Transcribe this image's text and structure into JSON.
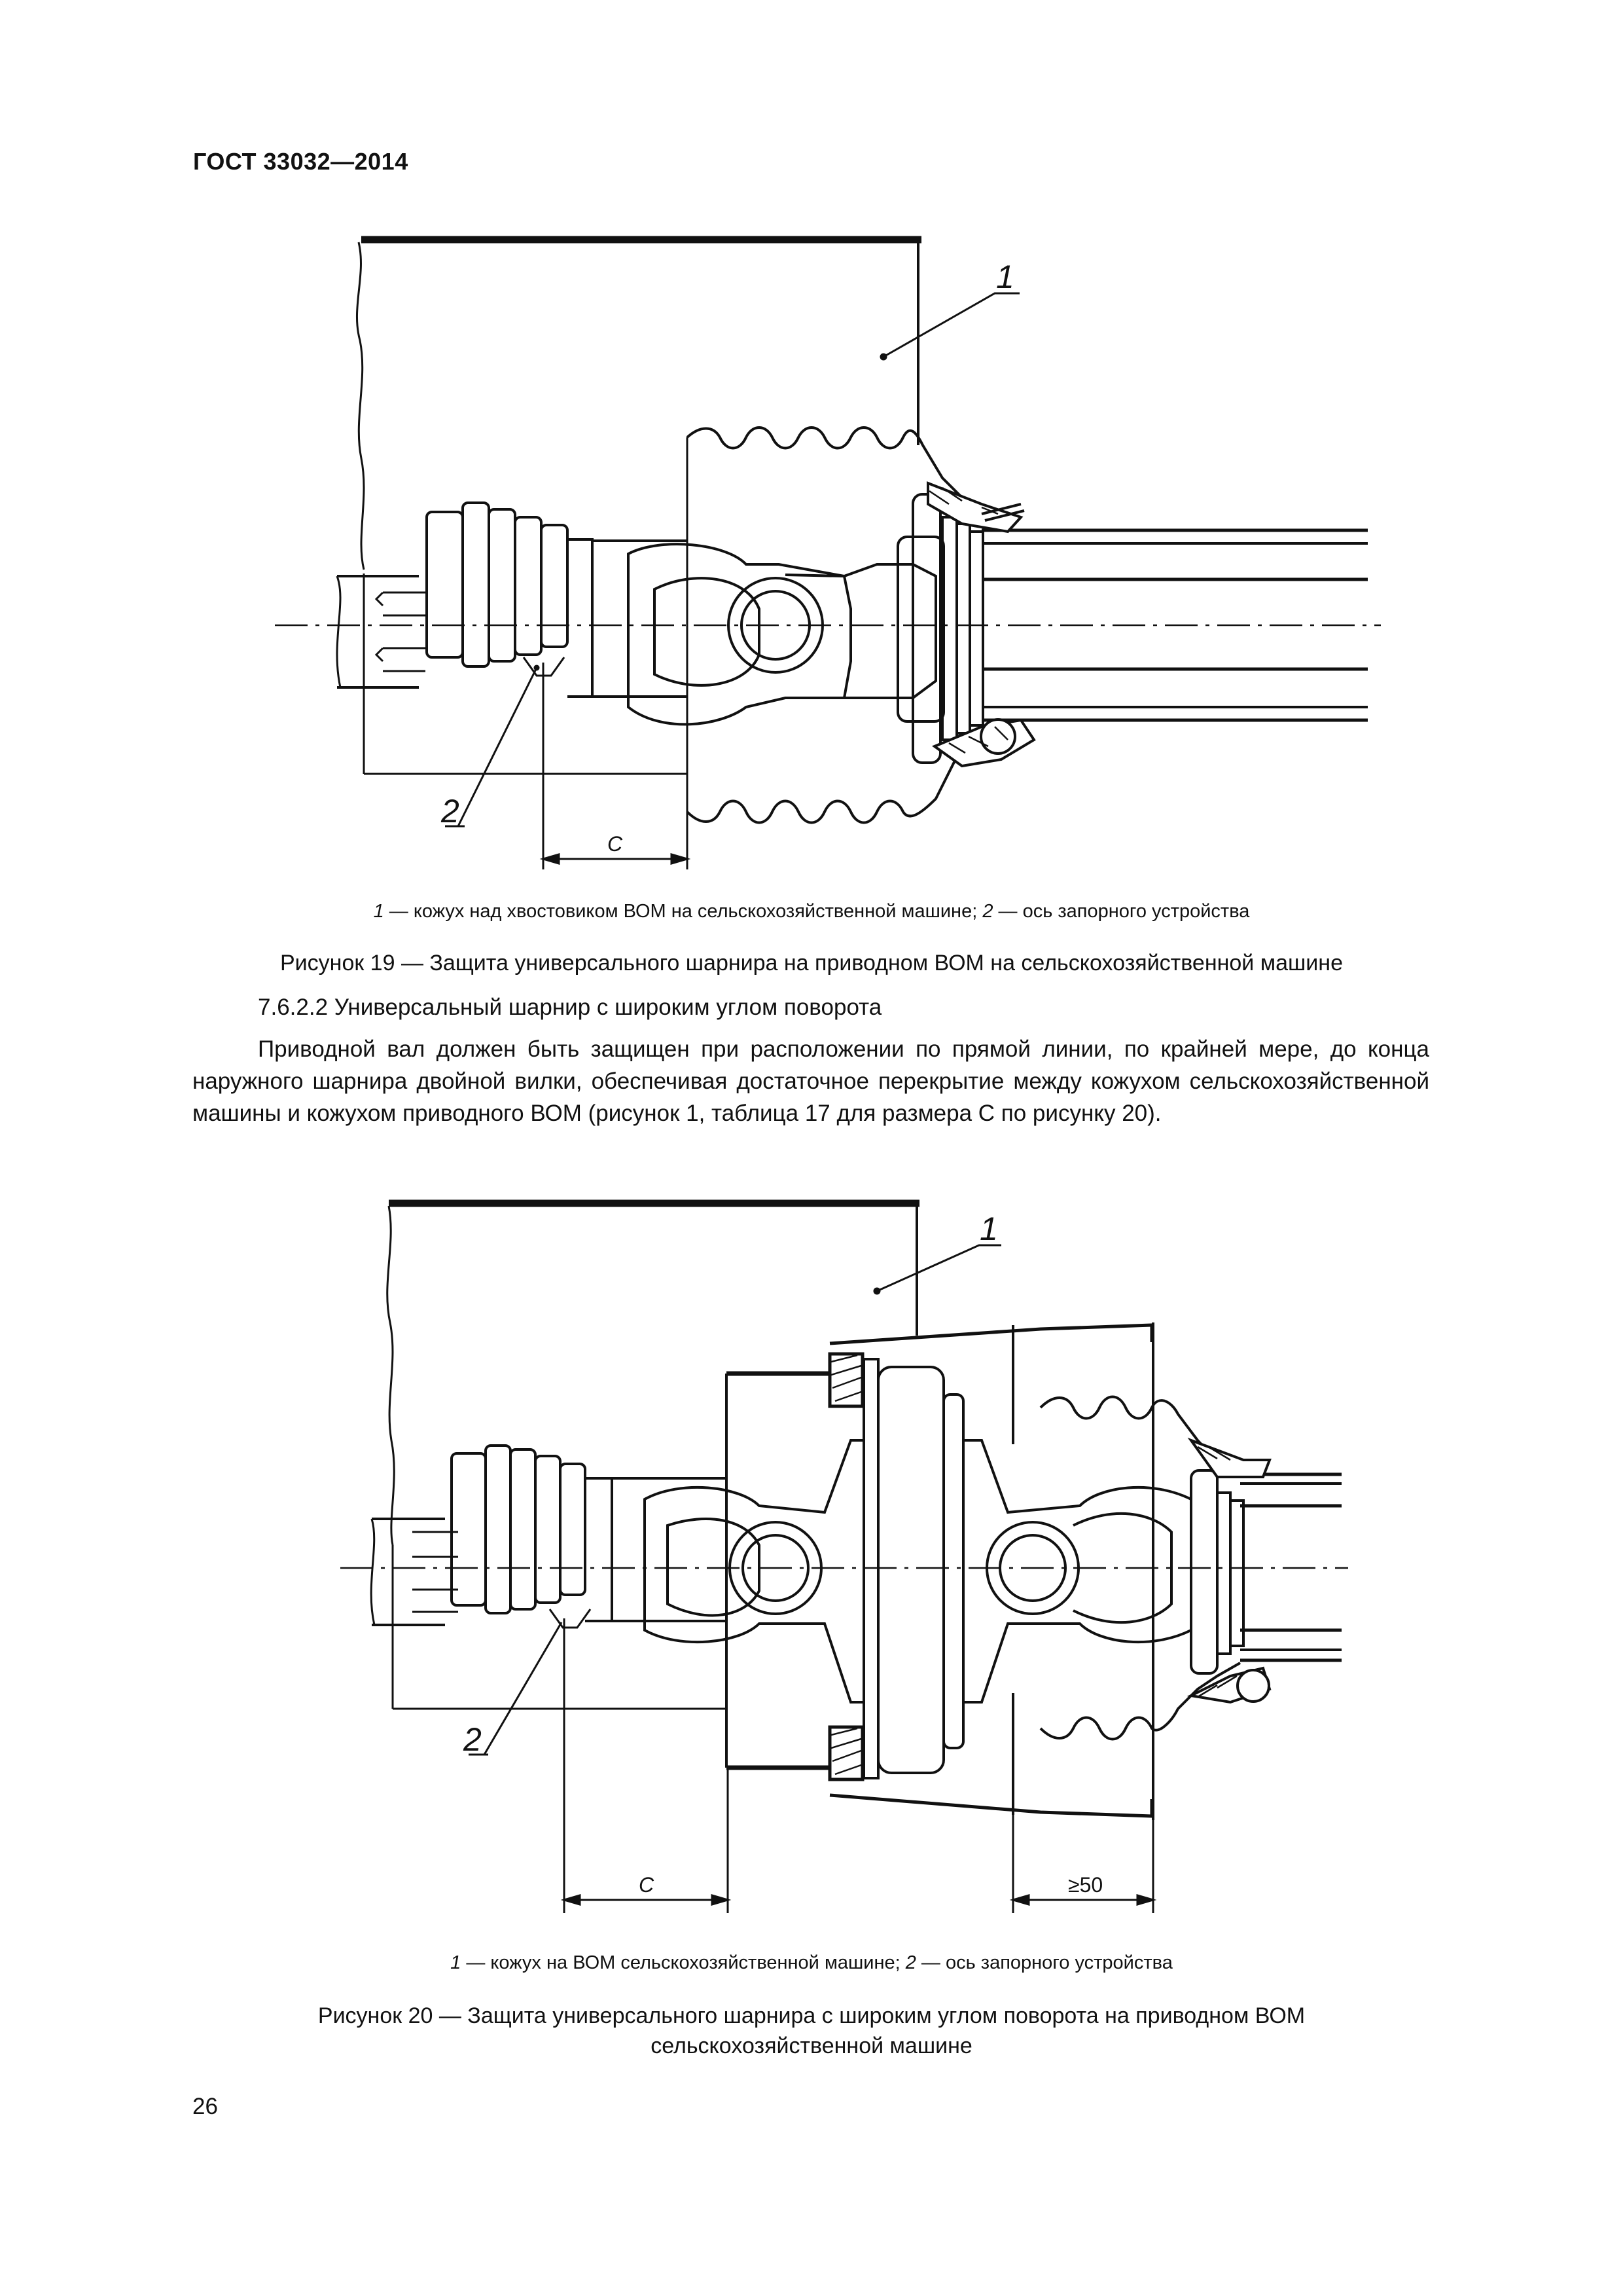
{
  "header": {
    "standard": "ГОСТ 33032—2014"
  },
  "figure19": {
    "callouts": [
      "1",
      "2"
    ],
    "dimension_label": "C",
    "legend": {
      "n1": "1",
      "t1": " — кожух над хвостовиком ВОМ на сельскохозяйственной машине; ",
      "n2": "2",
      "t2": " — ось запорного устройства"
    },
    "caption": "Рисунок 19 — Защита универсального шарнира на приводном ВОМ на сельскохозяйственной машине"
  },
  "section": {
    "title": "7.6.2.2 Универсальный шарнир с широким углом поворота",
    "paragraph": "Приводной вал должен быть защищен при расположении по прямой линии, по крайней мере, до конца наружного шарнира двойной вилки, обеспечивая достаточное перекрытие между кожухом сельскохозяйственной машины и кожухом приводного ВОМ (рисунок 1, таблица 17 для размера С по рисунку 20)."
  },
  "figure20": {
    "callouts": [
      "1",
      "2"
    ],
    "dimension_label_c": "C",
    "dimension_label_min": "≥50",
    "legend": {
      "n1": "1",
      "t1": " — кожух на ВОМ сельскохозяйственной машине; ",
      "n2": "2",
      "t2": " — ось запорного устройства"
    },
    "caption_line1": "Рисунок 20 — Защита универсального шарнира с широким углом поворота на приводном ВОМ",
    "caption_line2": "сельскохозяйственной машине"
  },
  "footer": {
    "page_number": "26"
  }
}
